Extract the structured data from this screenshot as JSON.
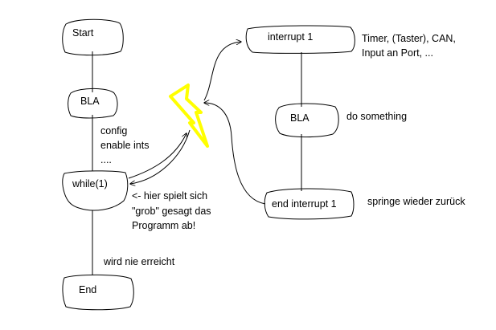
{
  "nodes": {
    "start": "Start",
    "bla_main": "BLA",
    "while": "while(1)",
    "end": "End",
    "interrupt": "interrupt 1",
    "bla_isr": "BLA",
    "end_interrupt": "end interrupt 1"
  },
  "notes": {
    "config": "config",
    "enable_ints": "enable ints",
    "dots": "....",
    "hint_line1": "<- hier spielt sich",
    "hint_line2": "\"grob\" gesagt das",
    "hint_line3": "Programm ab!",
    "never_reached": "wird nie erreicht",
    "sources_line1": "Timer, (Taster), CAN,",
    "sources_line2": "Input an Port, ...",
    "do_something": "do something",
    "return_back": "springe wieder zurück"
  },
  "colors": {
    "ink": "#000000",
    "lightning": "#ffff00"
  }
}
